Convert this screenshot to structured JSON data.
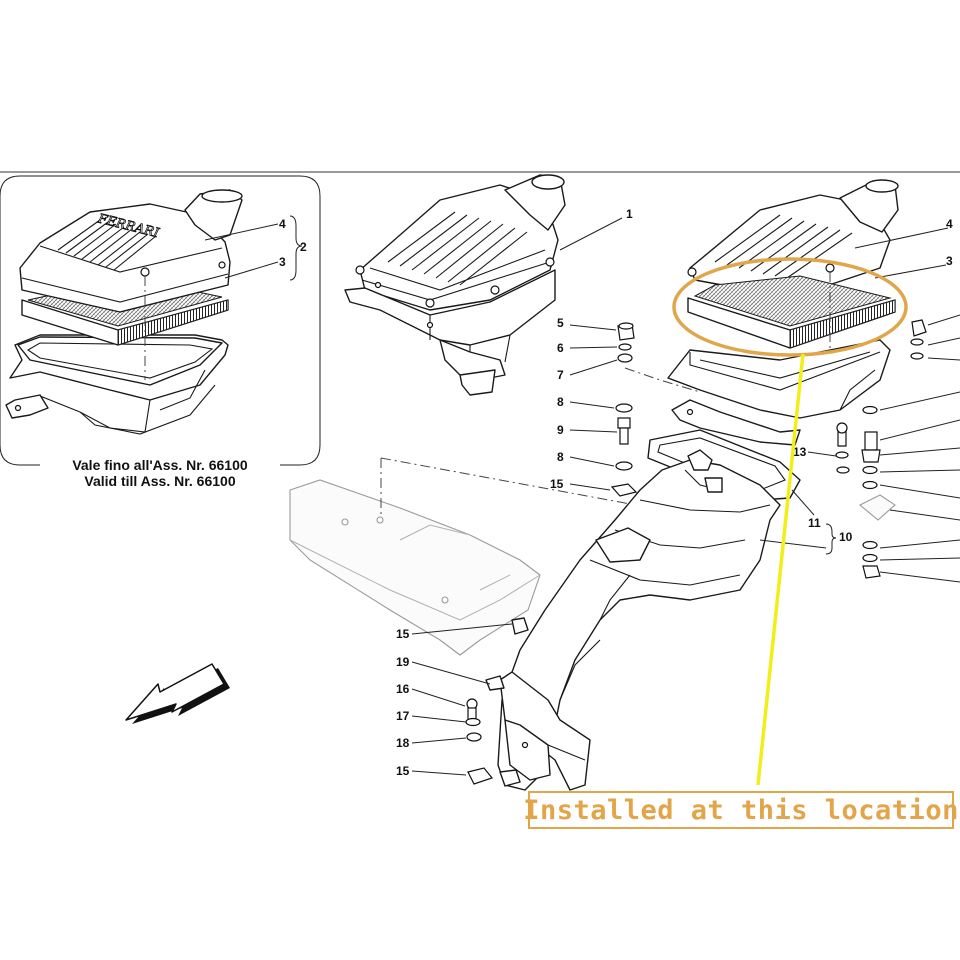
{
  "callouts": [
    "1",
    "2",
    "3",
    "4",
    "5",
    "6",
    "7",
    "8",
    "9",
    "10",
    "11",
    "13",
    "15",
    "16",
    "17",
    "18",
    "19"
  ],
  "inset": {
    "caption_line1": "Vale fino all'Ass. Nr. 66100",
    "caption_line2": "Valid till Ass. Nr. 66100",
    "labels": {
      "l4": "4",
      "l3": "3",
      "l2": "2"
    }
  },
  "main_labels": {
    "l1": "1",
    "l4": "4",
    "l3": "3",
    "l5": "5",
    "l6": "6",
    "l7": "7",
    "l8a": "8",
    "l9": "9",
    "l8b": "8",
    "l15a": "15",
    "l13": "13",
    "l11": "11",
    "l10": "10",
    "l15b": "15",
    "l19": "19",
    "l16": "16",
    "l17": "17",
    "l18": "18",
    "l15c": "15"
  },
  "annotation": {
    "text": "Installed at this location",
    "highlight_color": "#e0a64a",
    "pointer_color": "#f2ee1a"
  },
  "icons": [
    "direction-arrow-icon"
  ]
}
